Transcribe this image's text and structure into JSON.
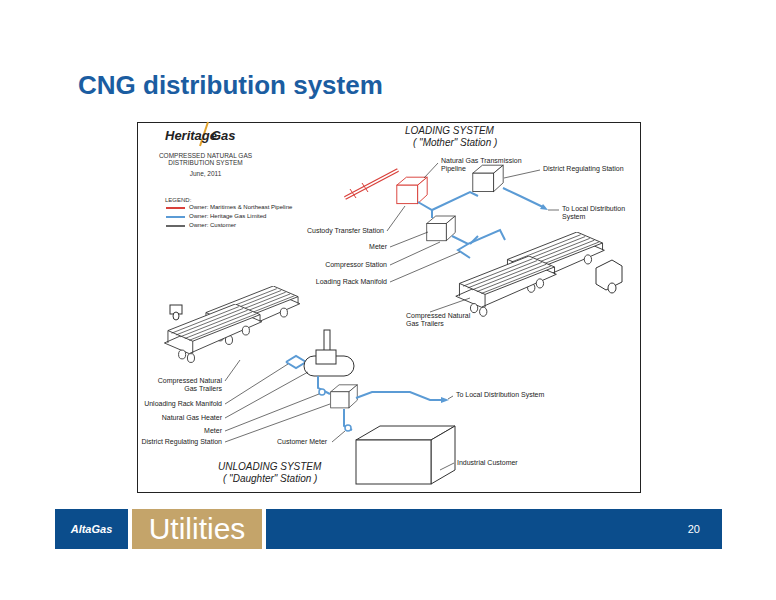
{
  "diagram": {
    "title": "CNG distribution system",
    "nodes": [
      {
        "text": [
          "AltaGas"
        ]
      },
      {
        "text": [
          "Utilities"
        ]
      },
      {
        "text": [
          "20"
        ]
      }
    ],
    "labels": [
      "Heritage",
      "Gas",
      "COMPRESSED NATURAL GAS DISTRIBUTION SYSTEM",
      "June, 2011",
      "LEGEND:",
      "LOADING SYSTEM",
      "( \"Mother\" Station )",
      "Natural Gas Transmission Pipeline",
      "District Regulating Station",
      "To Local Distribution System",
      "Custody Transfer Station",
      "Meter",
      "Compressor Station",
      "Loading Rack Manifold",
      "Compressed Natural Gas Trailers",
      "Compressed Natural Gas Trailers",
      "Unloading Rack Manifold",
      "Natural Gas Heater",
      "Meter",
      "District Regulating Station",
      "Customer Meter",
      "To Local Distribution System",
      "Industrial Customer",
      "UNLOADING SYSTEM",
      "( \"Daughter\" Station )"
    ],
    "legend": [
      {
        "text": "Owner: Maritimes & Northeast Pipeline"
      },
      {
        "text": "Owner: Heritage Gas Limited"
      },
      {
        "text": "Owner: Customer"
      }
    ]
  }
}
